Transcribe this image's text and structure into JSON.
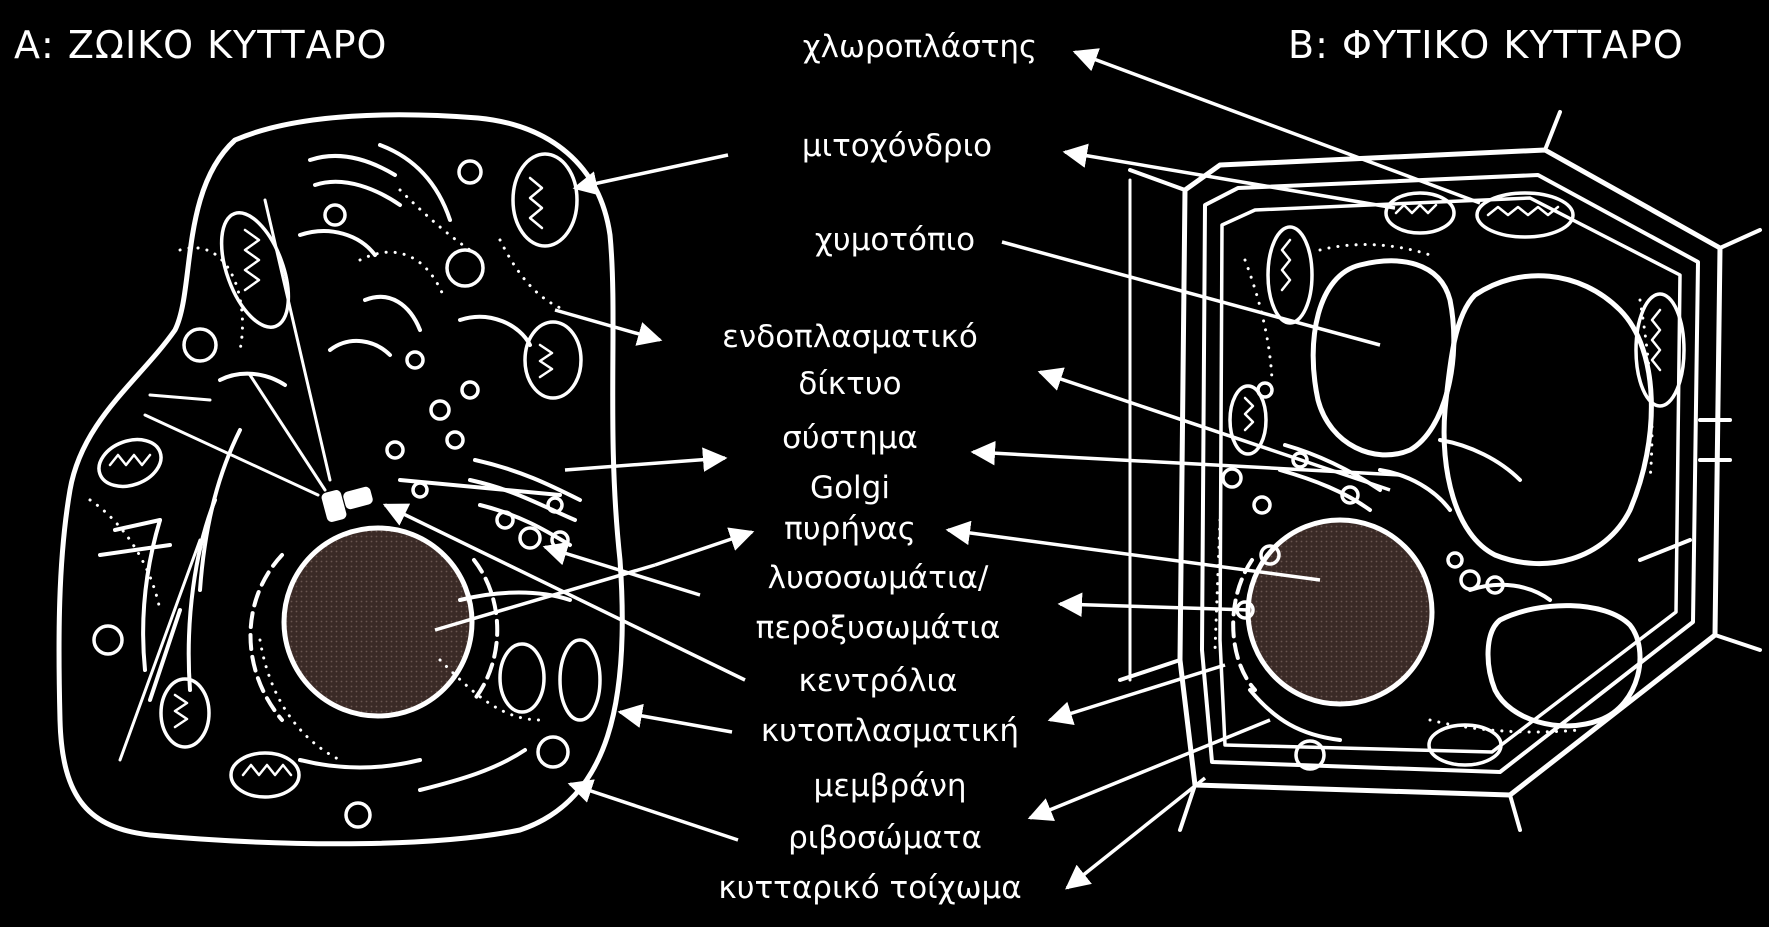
{
  "titles": {
    "animal": "Α: ΖΩΙΚΟ ΚΥΤΤΑΡΟ",
    "plant": "Β: ΦΥΤΙΚΟ ΚΥΤΤΑΡΟ"
  },
  "labels": {
    "chloroplast": "χλωροπλάστης",
    "mitochondrion": "μιτοχόνδριο",
    "vacuole": "χυμοτόπιο",
    "er_line1": "ενδοπλασματικό",
    "er_line2": "δίκτυο",
    "golgi_line1": "σύστημα",
    "golgi_line2": "Golgi",
    "nucleus": "πυρήνας",
    "lyso_line1": "λυσοσωμάτια/",
    "lyso_line2": "περοξυσωμάτια",
    "centrioles": "κεντρόλια",
    "membrane_line1": "κυτοπλασματική",
    "membrane_line2": "μεμβράνη",
    "ribosomes": "ριβοσώματα",
    "cell_wall": "κυτταρικό τοίχωμα"
  },
  "colors": {
    "background": "#000000",
    "foreground": "#ffffff",
    "nucleus_fill": "#3a2a26"
  }
}
